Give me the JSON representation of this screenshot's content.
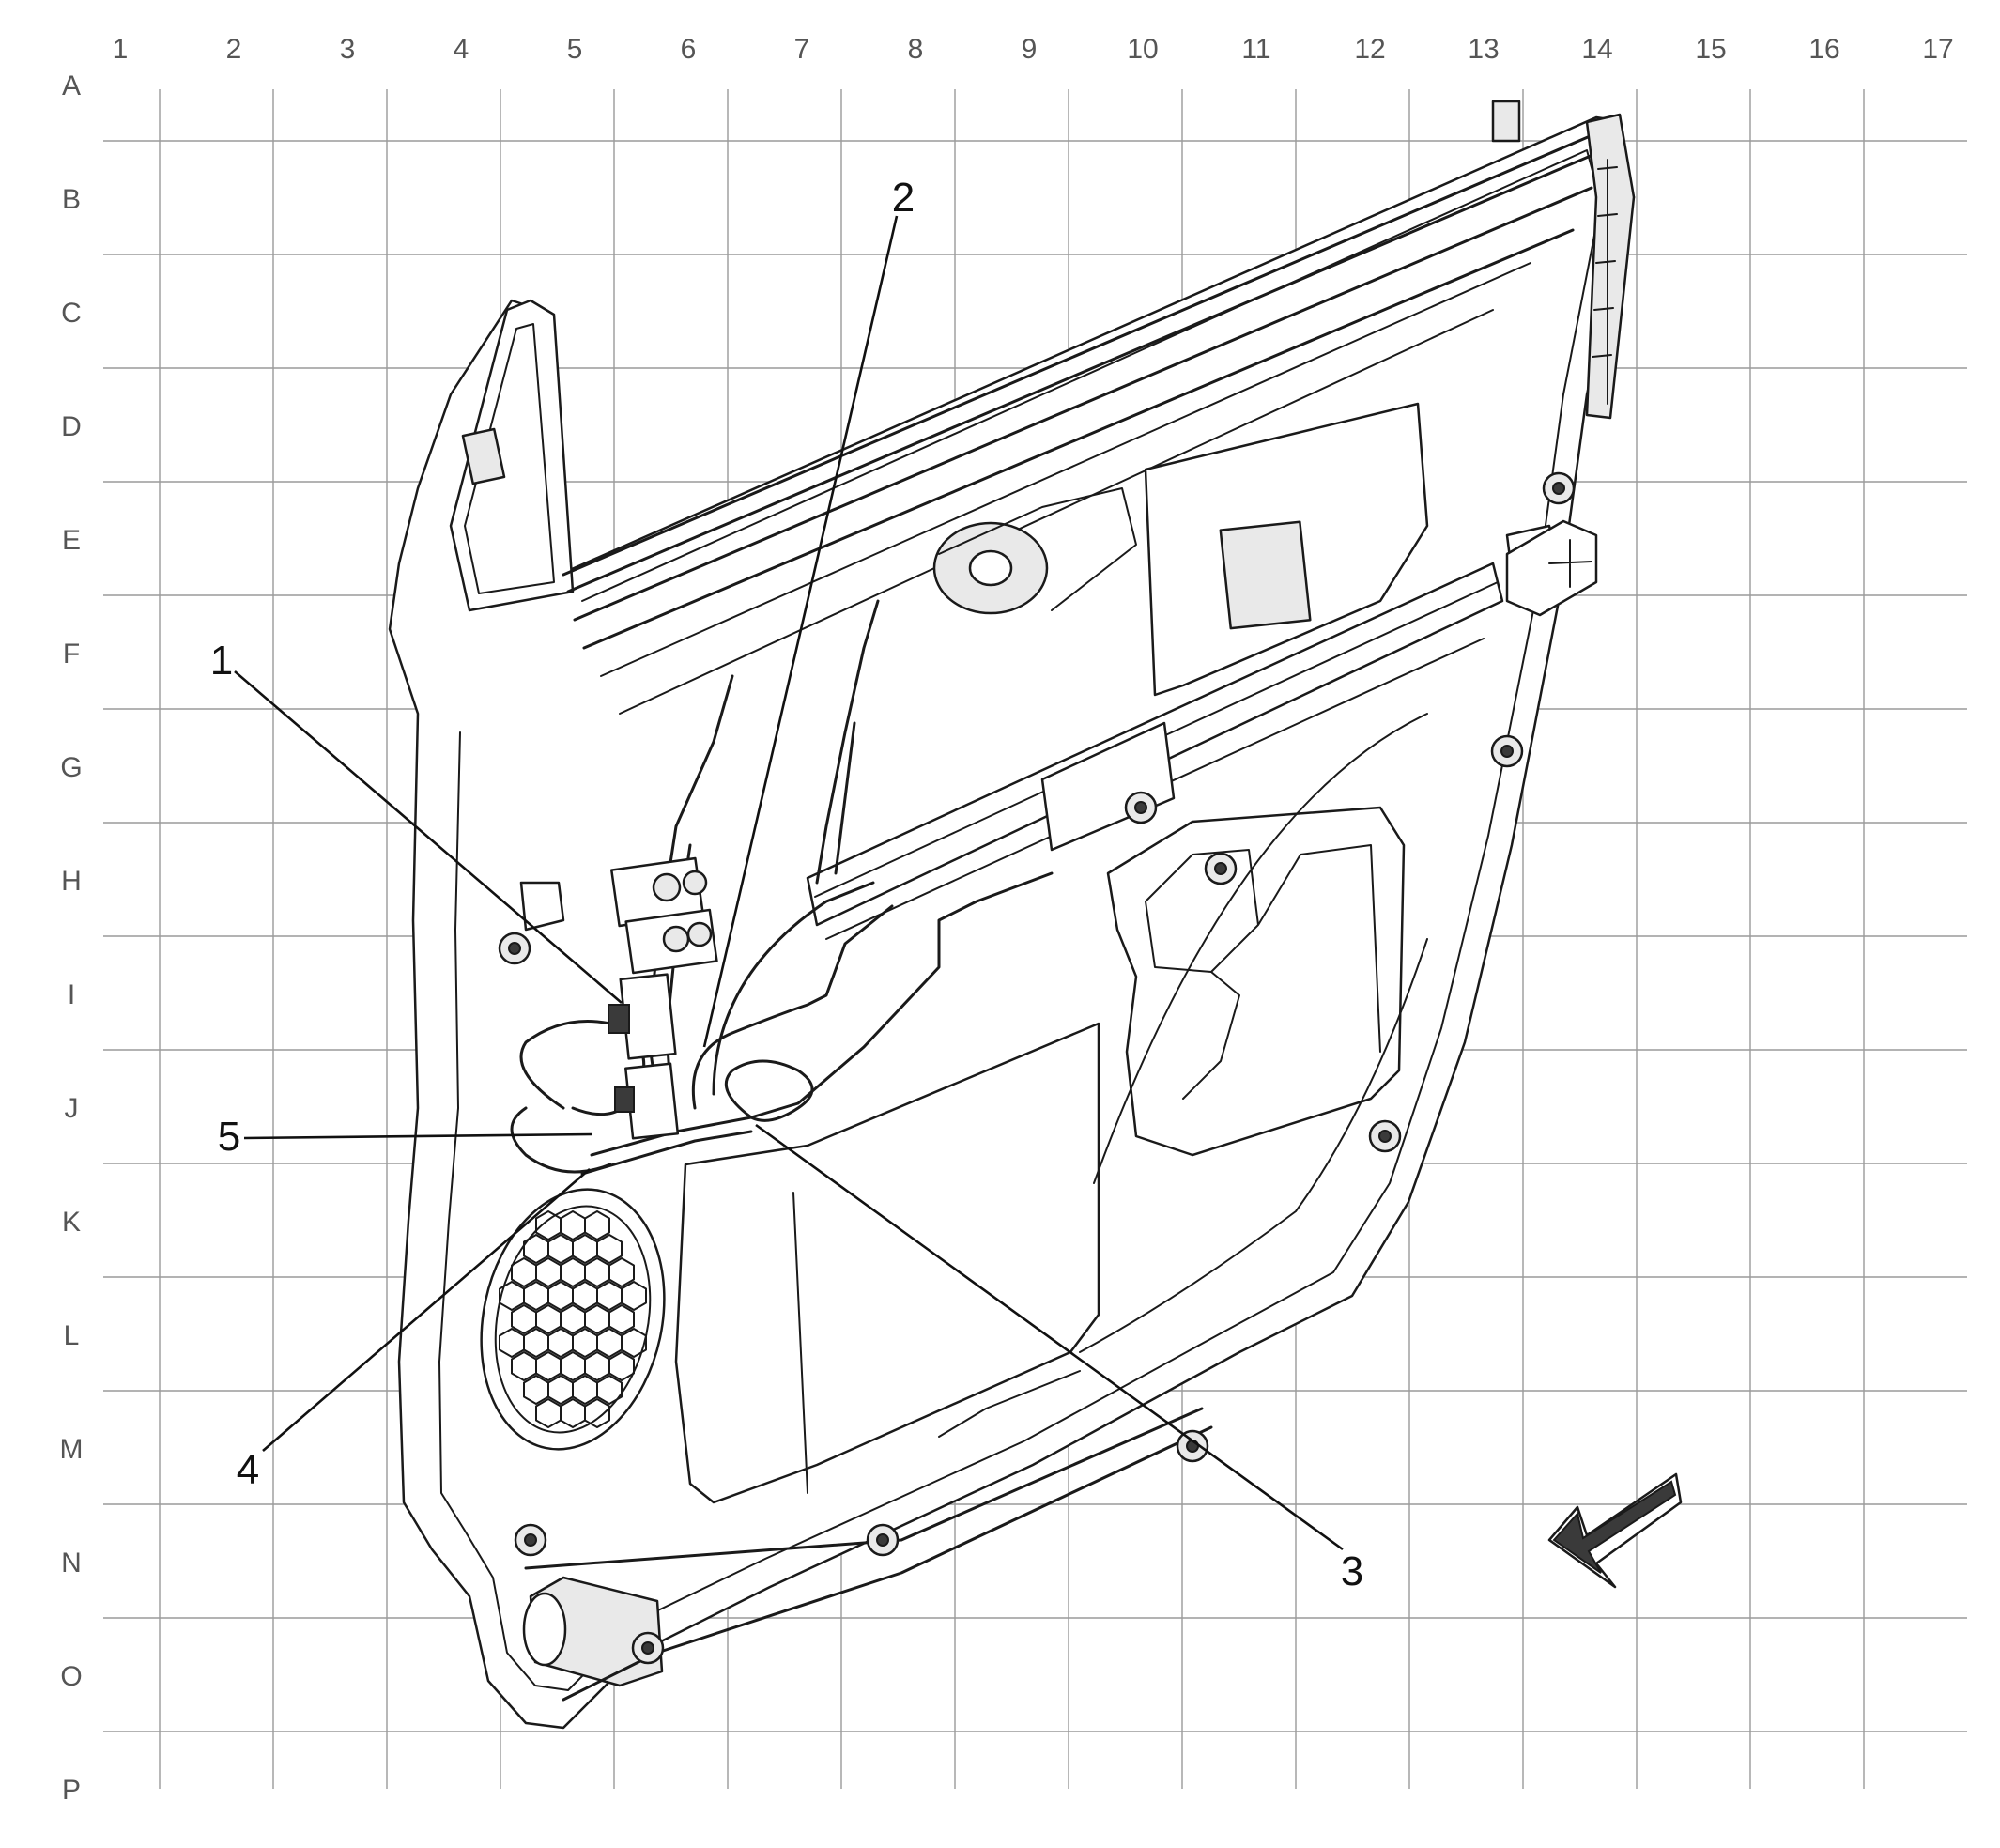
{
  "grid": {
    "columns": [
      "1",
      "2",
      "3",
      "4",
      "5",
      "6",
      "7",
      "8",
      "9",
      "10",
      "11",
      "12",
      "13",
      "14",
      "15",
      "16",
      "17"
    ],
    "rows": [
      "A",
      "B",
      "C",
      "D",
      "E",
      "F",
      "G",
      "H",
      "I",
      "J",
      "K",
      "L",
      "M",
      "N",
      "O",
      "P"
    ]
  },
  "callouts": [
    {
      "label": "1"
    },
    {
      "label": "2"
    },
    {
      "label": "3"
    },
    {
      "label": "4"
    },
    {
      "label": "5"
    }
  ],
  "colors": {
    "line": "#1a1a1a",
    "grid": "#9a9a9a",
    "panel_fill": "#ffffff",
    "shade_fill": "#e9e9e9"
  },
  "icons": {
    "view_direction": "view-direction-arrow-icon"
  }
}
